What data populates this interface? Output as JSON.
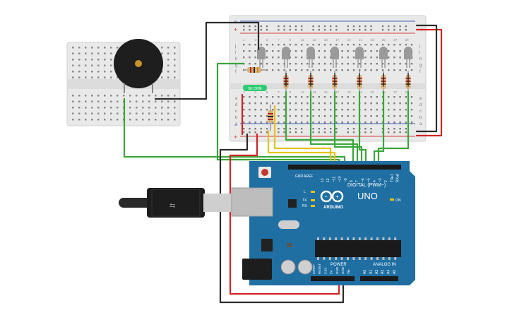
{
  "colors": {
    "board": "#1f6fa3",
    "board_dark": "#165a86",
    "breadboard": "#e9e9e9",
    "breadboard_hole": "#7d7d7d",
    "rail_red": "#d94040",
    "rail_blue": "#3a63b0",
    "wire_black": "#2b2b2b",
    "wire_red": "#d12424",
    "wire_green": "#3aa63a",
    "wire_yellow": "#e6c21a",
    "led_grey": "#9a9a9a",
    "resistor": "#d7b37a",
    "pot_green": "#2ecc71"
  },
  "breadboard": {
    "row_labels_top": [
      "j",
      "i",
      "h",
      "g",
      "f"
    ],
    "row_labels_bottom": [
      "e",
      "d",
      "c",
      "b",
      "a"
    ],
    "rail_plus": "+",
    "rail_minus": "−",
    "column_numbers": [
      "1",
      "3",
      "5",
      "7",
      "9",
      "11",
      "13",
      "15",
      "17",
      "19",
      "21",
      "23",
      "25",
      "27",
      "29"
    ]
  },
  "potentiometer_label": "5K OHM",
  "arduino": {
    "name": "UNO",
    "logo_text": "ARDUINO",
    "digital_label": "DIGITAL (PWM~)",
    "power_label": "POWER",
    "analog_label": "ANALOG IN",
    "on_label": "ON",
    "tx_label": "TX",
    "rx_label": "RX",
    "l_label": "L",
    "aref_label": "AREF",
    "gnd_label": "GND",
    "digital_pins": [
      "13",
      "12",
      "~11",
      "~10",
      "~9",
      "8",
      "7",
      "~6",
      "~5",
      "4",
      "~3",
      "2",
      "TX▸1",
      "RX◂0"
    ],
    "power_pins": [
      "IOREF",
      "RESET",
      "3.3V",
      "5V",
      "GND",
      "GND",
      "Vin"
    ],
    "analog_pins": [
      "A0",
      "A1",
      "A2",
      "A3",
      "A4",
      "A5"
    ]
  }
}
